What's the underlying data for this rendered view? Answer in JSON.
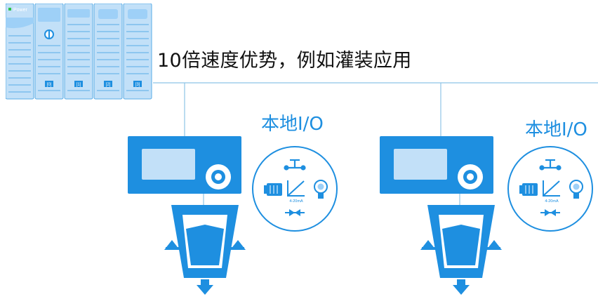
{
  "plc": {
    "power_label": "Power",
    "module_labels": [
      "[0]",
      "[1]",
      "[2]",
      "[3]"
    ]
  },
  "headline": "10倍速度优势，例如灌装应用",
  "stations": [
    {
      "io_label": "本地I/O",
      "signal_label": "4-20mA"
    },
    {
      "io_label": "本地I/O",
      "signal_label": "4-20mA"
    }
  ],
  "colors": {
    "primary_blue": "#1e8fe0",
    "light_blue": "#9ed0f7",
    "rack_blue": "#c2e0f8",
    "line": "#8ec4e6"
  }
}
